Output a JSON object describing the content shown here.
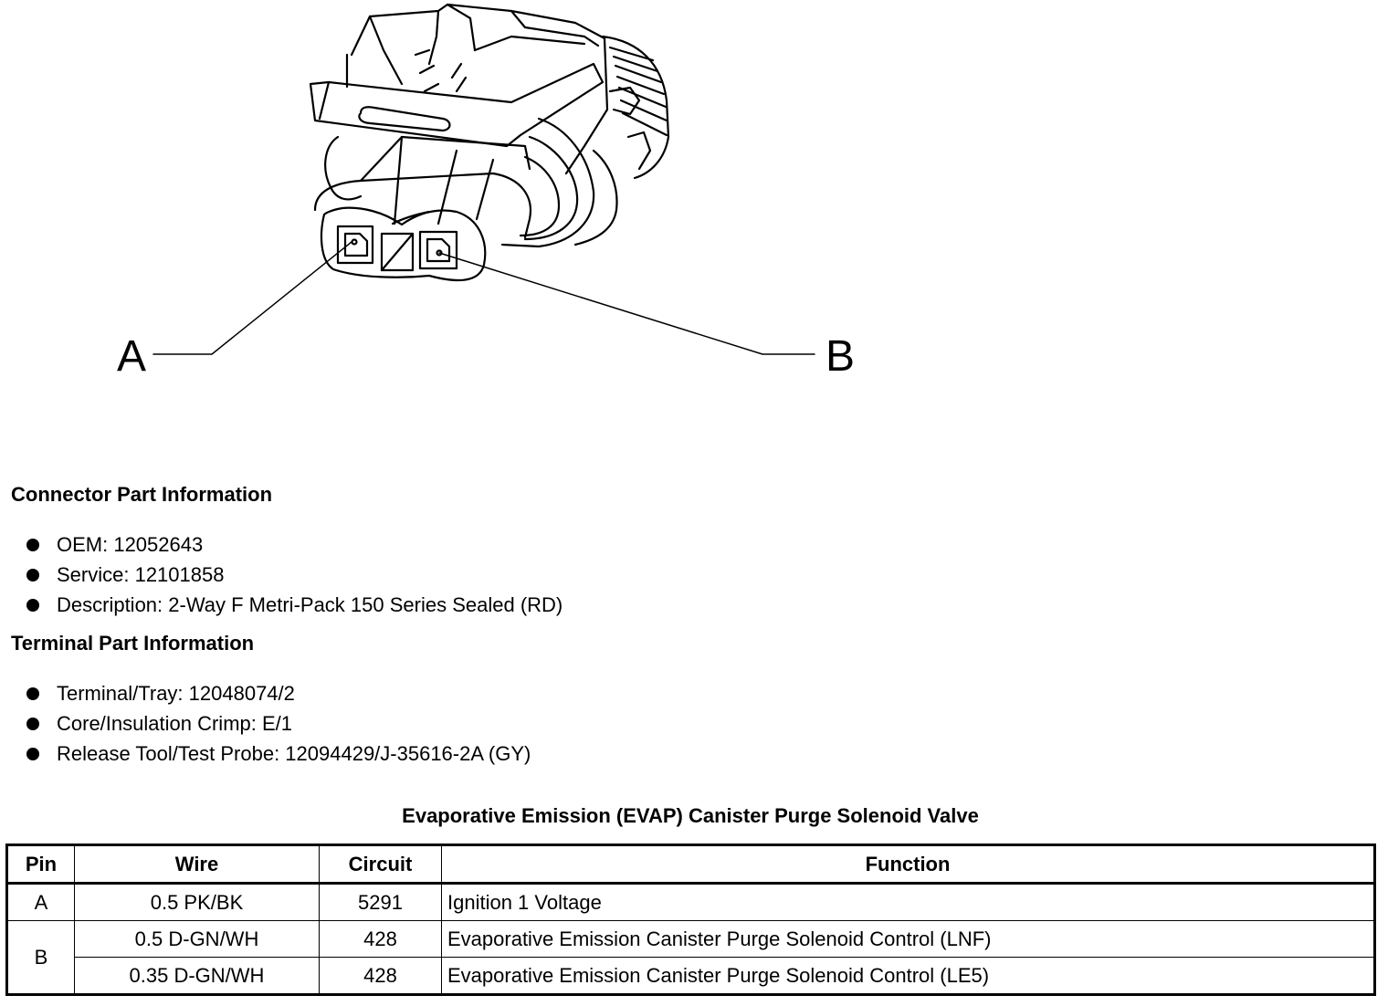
{
  "figure": {
    "label_a": "A",
    "label_b": "B"
  },
  "connector_info": {
    "heading": "Connector Part Information",
    "items": [
      "OEM: 12052643",
      "Service: 12101858",
      "Description: 2-Way F Metri-Pack 150 Series Sealed (RD)"
    ]
  },
  "terminal_info": {
    "heading": "Terminal Part Information",
    "items": [
      "Terminal/Tray: 12048074/2",
      "Core/Insulation Crimp: E/1",
      "Release Tool/Test Probe: 12094429/J-35616-2A (GY)"
    ]
  },
  "table": {
    "title": "Evaporative Emission (EVAP) Canister Purge Solenoid Valve",
    "headers": [
      "Pin",
      "Wire",
      "Circuit",
      "Function"
    ],
    "rows": [
      {
        "pin": "A",
        "wire": "0.5 PK/BK",
        "circuit": "5291",
        "function": "Ignition 1 Voltage"
      },
      {
        "pin": "B",
        "wire": "0.5 D-GN/WH",
        "circuit": "428",
        "function": "Evaporative Emission Canister Purge Solenoid Control (LNF)"
      },
      {
        "pin": "",
        "wire": "0.35 D-GN/WH",
        "circuit": "428",
        "function": "Evaporative Emission Canister Purge Solenoid Control (LE5)"
      }
    ]
  }
}
